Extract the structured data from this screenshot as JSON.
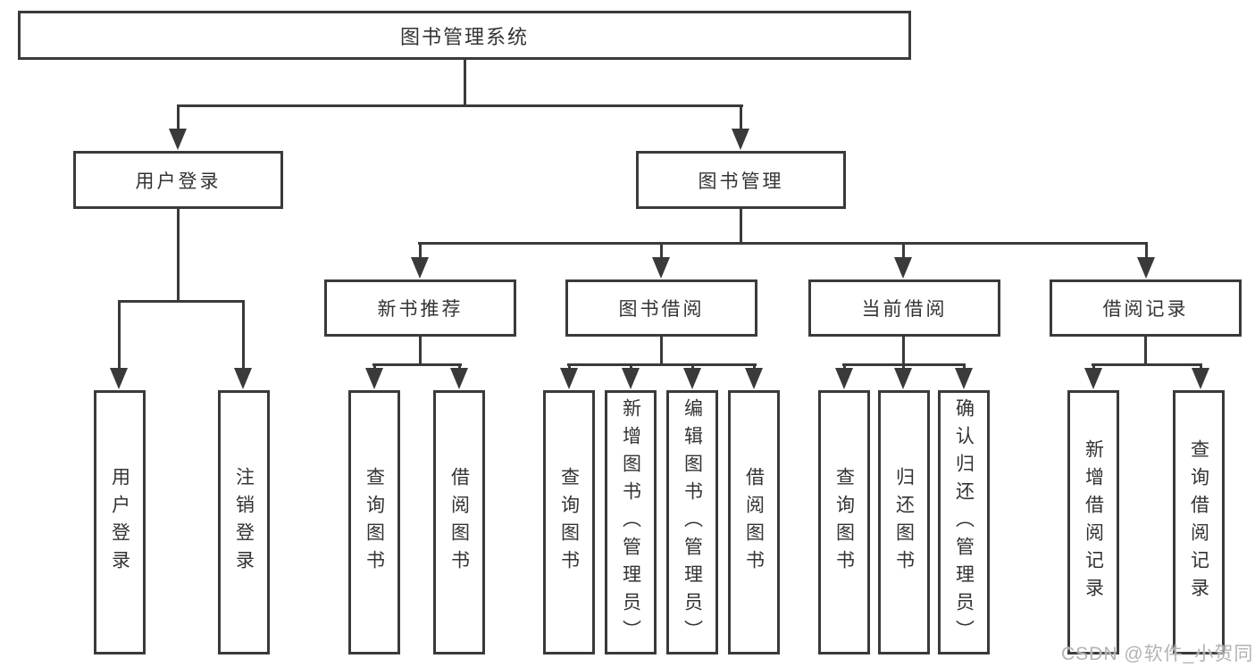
{
  "diagram": {
    "root": {
      "label": "图书管理系统"
    },
    "level2": [
      {
        "label": "用户登录"
      },
      {
        "label": "图书管理"
      }
    ],
    "level3": [
      {
        "label": "新书推荐"
      },
      {
        "label": "图书借阅"
      },
      {
        "label": "当前借阅"
      },
      {
        "label": "借阅记录"
      }
    ],
    "leaves": [
      {
        "label": "用户登录"
      },
      {
        "label": "注销登录"
      },
      {
        "label": "查询图书"
      },
      {
        "label": "借阅图书"
      },
      {
        "label": "查询图书"
      },
      {
        "label": "新增图书（管理员）"
      },
      {
        "label": "编辑图书（管理员）"
      },
      {
        "label": "借阅图书"
      },
      {
        "label": "查询图书"
      },
      {
        "label": "归还图书"
      },
      {
        "label": "确认归还（管理员）"
      },
      {
        "label": "新增借阅记录"
      },
      {
        "label": "查询借阅记录"
      }
    ]
  },
  "watermark": {
    "text": "CSDN @软件_小贺同学"
  },
  "colors": {
    "line": "#3a3a3a",
    "text": "#333333",
    "background": "#ffffff",
    "watermark": "#b3b3b3"
  }
}
